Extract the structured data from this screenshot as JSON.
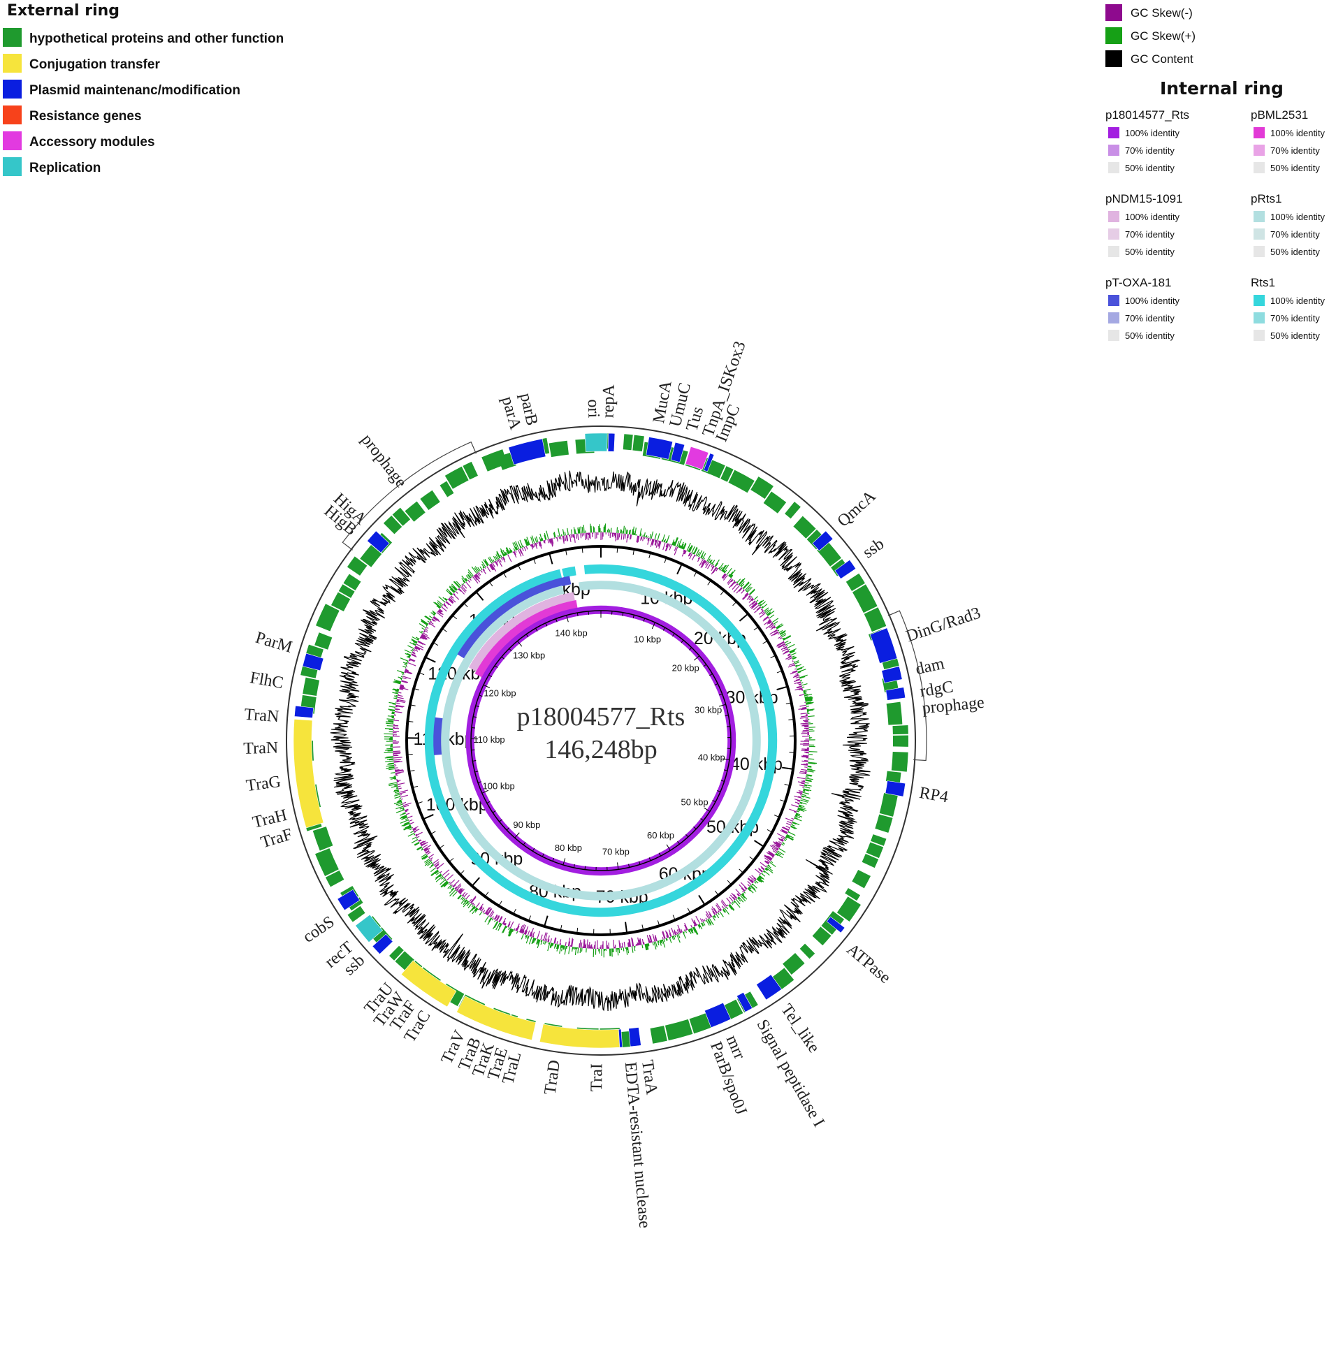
{
  "external_legend": {
    "title": "External ring",
    "items": [
      {
        "label": "hypothetical proteins and other function",
        "color": "#1f9a2e"
      },
      {
        "label": "Conjugation transfer",
        "color": "#f6e43c"
      },
      {
        "label": "Plasmid maintenanc/modification",
        "color": "#0a1ee0"
      },
      {
        "label": "Resistance genes",
        "color": "#f7421b"
      },
      {
        "label": "Accessory modules",
        "color": "#e23ae0"
      },
      {
        "label": "Replication",
        "color": "#35c6c9"
      }
    ]
  },
  "gc_legend": [
    {
      "label": "GC Skew(-)",
      "color": "#8e0a8e"
    },
    {
      "label": "GC Skew(+)",
      "color": "#16a016"
    },
    {
      "label": "GC Content",
      "color": "#000000"
    }
  ],
  "internal_legend": {
    "title": "Internal ring",
    "groups": [
      {
        "name": "p18014577_Rts",
        "items": [
          {
            "label": "100% identity",
            "color": "#a21ee0"
          },
          {
            "label": "70% identity",
            "color": "#c98fe6"
          },
          {
            "label": "50% identity",
            "color": "#e6e6e6"
          }
        ]
      },
      {
        "name": "pBML2531",
        "items": [
          {
            "label": "100% identity",
            "color": "#e23ad6"
          },
          {
            "label": "70% identity",
            "color": "#e9a3e6"
          },
          {
            "label": "50% identity",
            "color": "#e6e6e6"
          }
        ]
      },
      {
        "name": "pNDM15-1091",
        "items": [
          {
            "label": "100% identity",
            "color": "#e0b3e0"
          },
          {
            "label": "70% identity",
            "color": "#e6cde6"
          },
          {
            "label": "50% identity",
            "color": "#e6e6e6"
          }
        ]
      },
      {
        "name": "pRts1",
        "items": [
          {
            "label": "100% identity",
            "color": "#b2dfe0"
          },
          {
            "label": "70% identity",
            "color": "#cfe4e4"
          },
          {
            "label": "50% identity",
            "color": "#e6e6e6"
          }
        ]
      },
      {
        "name": "pT-OXA-181",
        "items": [
          {
            "label": "100% identity",
            "color": "#4a52da"
          },
          {
            "label": "70% identity",
            "color": "#a4a8e2"
          },
          {
            "label": "50% identity",
            "color": "#e6e6e6"
          }
        ]
      },
      {
        "name": "Rts1",
        "items": [
          {
            "label": "100% identity",
            "color": "#35d6dc"
          },
          {
            "label": "70% identity",
            "color": "#8edcdf"
          },
          {
            "label": "50% identity",
            "color": "#e6e6e6"
          }
        ]
      }
    ]
  },
  "center": {
    "name": "p18004577_Rts",
    "size": "146,248bp"
  },
  "genome_length_bp": 146248,
  "outer_kbp_labels": [
    "10 kbp",
    "20 kbp",
    "30 kbp",
    "40 kbp",
    "50 kbp",
    "60 kbp",
    "70 kbp",
    "80 kbp",
    "90 kbp",
    "100 kbp",
    "110 kbp",
    "120 kbp",
    "130 kbp",
    "140 kbp"
  ],
  "inner_kbp_labels": [
    "10 kbp",
    "20 kbp",
    "30 kbp",
    "40 kbp",
    "50 kbp",
    "60 kbp",
    "70 kbp",
    "80 kbp",
    "90 kbp",
    "100 kbp",
    "110 kbp",
    "120 kbp",
    "130 kbp",
    "140 kbp"
  ],
  "gene_labels": [
    {
      "text": "parA",
      "angle": -15.5
    },
    {
      "text": "parB",
      "angle": -12.5
    },
    {
      "text": "ori",
      "angle": -1.5
    },
    {
      "text": "repA",
      "angle": 1.5
    },
    {
      "text": "MucA",
      "angle": 10.5
    },
    {
      "text": "UmuC",
      "angle": 13.5
    },
    {
      "text": "Tus",
      "angle": 16.5
    },
    {
      "text": "TnpA_ISKox3",
      "angle": 19.5
    },
    {
      "text": "ImpC",
      "angle": 22.0
    },
    {
      "text": "QmcA",
      "angle": 48.0
    },
    {
      "text": "ssb",
      "angle": 55.0
    },
    {
      "text": "DinG/Rad3",
      "angle": 71.5
    },
    {
      "text": "dam",
      "angle": 77.5
    },
    {
      "text": "rdgC",
      "angle": 81.5
    },
    {
      "text": "prophage",
      "angle": 84.5
    },
    {
      "text": "RP4",
      "angle": 99.5
    },
    {
      "text": "ATPase",
      "angle": 130.0
    },
    {
      "text": "Tel_like",
      "angle": 145.5
    },
    {
      "text": "Signal peptidase I",
      "angle": 150.5
    },
    {
      "text": "mrr",
      "angle": 156.5
    },
    {
      "text": "ParB/spo0J",
      "angle": 159.5
    },
    {
      "text": "TraA",
      "angle": 172.0
    },
    {
      "text": "EDTA-resistant nuclease",
      "angle": 175.0
    },
    {
      "text": "TraI",
      "angle": 180.5
    },
    {
      "text": "TraD",
      "angle": 188.0
    },
    {
      "text": "TraL",
      "angle": 195.0
    },
    {
      "text": "TraE",
      "angle": 197.5
    },
    {
      "text": "TraK",
      "angle": 200.0
    },
    {
      "text": "TraB",
      "angle": 202.5
    },
    {
      "text": "TraV",
      "angle": 205.5
    },
    {
      "text": "TraC",
      "angle": 212.5
    },
    {
      "text": "TraF",
      "angle": 215.5
    },
    {
      "text": "TraW",
      "angle": 218.0
    },
    {
      "text": "TraU",
      "angle": 220.5
    },
    {
      "text": "ssb",
      "angle": 227.5
    },
    {
      "text": "recT",
      "angle": 230.5
    },
    {
      "text": "cobS",
      "angle": 236.0
    },
    {
      "text": "TraF",
      "angle": 253.0
    },
    {
      "text": "TraH",
      "angle": 256.5
    },
    {
      "text": "TraG",
      "angle": 262.5
    },
    {
      "text": "TraN",
      "angle": 268.5
    },
    {
      "text": "TraN",
      "angle": 274.0
    },
    {
      "text": "FlhC",
      "angle": 280.0
    },
    {
      "text": "ParM",
      "angle": 286.5
    },
    {
      "text": "HigB",
      "angle": 310.0
    },
    {
      "text": "HigA",
      "angle": 312.5
    },
    {
      "text": "prophage",
      "angle": 322.0
    }
  ],
  "outer_genes": [
    {
      "start": -17.5,
      "end": -11.0,
      "color": "#0a1ee0"
    },
    {
      "start": -3.0,
      "end": 1.2,
      "color": "#35c6c9"
    },
    {
      "start": 1.4,
      "end": 2.6,
      "color": "#0a1ee0"
    },
    {
      "start": 9.0,
      "end": 13.5,
      "color": "#0a1ee0"
    },
    {
      "start": 14.0,
      "end": 15.8,
      "color": "#0a1ee0"
    },
    {
      "start": 17.0,
      "end": 20.5,
      "color": "#e23ae0"
    },
    {
      "start": 20.8,
      "end": 21.6,
      "color": "#0a1ee0"
    },
    {
      "start": 47.0,
      "end": 49.0,
      "color": "#0a1ee0"
    },
    {
      "start": 54.0,
      "end": 56.0,
      "color": "#0a1ee0"
    },
    {
      "start": 68.5,
      "end": 74.5,
      "color": "#0a1ee0"
    },
    {
      "start": 76.0,
      "end": 78.5,
      "color": "#0a1ee0"
    },
    {
      "start": 80.0,
      "end": 82.0,
      "color": "#0a1ee0"
    },
    {
      "start": 98.0,
      "end": 100.5,
      "color": "#0a1ee0"
    },
    {
      "start": 127.5,
      "end": 128.7,
      "color": "#0a1ee0"
    },
    {
      "start": 144.0,
      "end": 147.5,
      "color": "#0a1ee0"
    },
    {
      "start": 150.5,
      "end": 152.0,
      "color": "#0a1ee0"
    },
    {
      "start": 155.0,
      "end": 159.0,
      "color": "#0a1ee0"
    },
    {
      "start": 172.5,
      "end": 174.5,
      "color": "#0a1ee0"
    },
    {
      "start": 176.0,
      "end": 176.8,
      "color": "#0a1ee0"
    },
    {
      "start": 176.5,
      "end": 191.5,
      "color": "#f6e43c"
    },
    {
      "start": 193.0,
      "end": 208.0,
      "color": "#f6e43c"
    },
    {
      "start": 210.0,
      "end": 220.5,
      "color": "#f6e43c"
    },
    {
      "start": 226.0,
      "end": 228.0,
      "color": "#0a1ee0"
    },
    {
      "start": 229.0,
      "end": 233.0,
      "color": "#35c6c9"
    },
    {
      "start": 236.5,
      "end": 239.0,
      "color": "#0a1ee0"
    },
    {
      "start": 253.5,
      "end": 274.0,
      "color": "#f6e43c"
    },
    {
      "start": 274.5,
      "end": 276.5,
      "color": "#0a1ee0"
    },
    {
      "start": 284.0,
      "end": 286.5,
      "color": "#0a1ee0"
    },
    {
      "start": 310.5,
      "end": 313.0,
      "color": "#0a1ee0"
    }
  ],
  "identity_rings": [
    {
      "name": "Rts1",
      "color": "#35d6dc",
      "segments": [
        [
          -5.5,
          346.5
        ],
        [
          -12.8,
          -8.5
        ]
      ]
    },
    {
      "name": "pT-OXA-181",
      "color": "#4a52da",
      "segments": [
        [
          -13.5,
          -59.0
        ],
        [
          -15.0,
          -10.8
        ],
        [
          -82.0,
          -95.0
        ]
      ]
    },
    {
      "name": "pRts1",
      "color": "#b2dfe0",
      "segments": [
        [
          -8.0,
          346.0
        ]
      ]
    },
    {
      "name": "pNDM15-1091",
      "color": "#e0b3e0",
      "segments": [
        [
          -12.8,
          -61.0
        ],
        [
          -18.0,
          -10.5
        ]
      ]
    },
    {
      "name": "pBML2531",
      "color": "#e23ad6",
      "segments": [
        [
          -10.0,
          -62.0
        ]
      ]
    },
    {
      "name": "p18014577_Rts",
      "color": "#a21ee0",
      "segments": [
        [
          0.0,
          360.0
        ]
      ]
    }
  ]
}
